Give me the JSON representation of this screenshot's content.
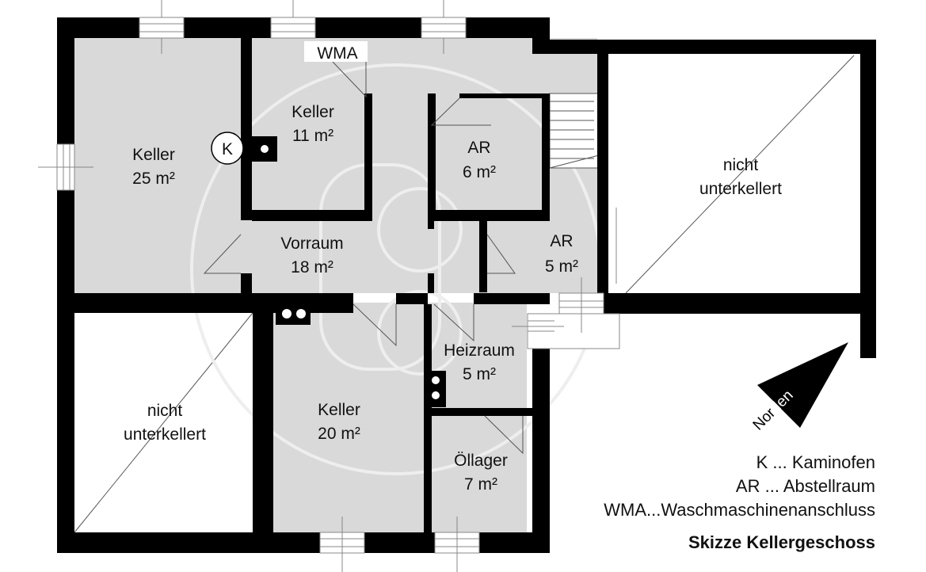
{
  "rooms": {
    "keller_25": {
      "name": "Keller",
      "area": "25 m²"
    },
    "keller_11": {
      "name": "Keller",
      "area": "11 m²"
    },
    "ar_6": {
      "name": "AR",
      "area": "6 m²"
    },
    "vorraum": {
      "name": "Vorraum",
      "area": "18 m²"
    },
    "ar_5": {
      "name": "AR",
      "area": "5 m²"
    },
    "nicht_right": {
      "line1": "nicht",
      "line2": "unterkellert"
    },
    "nicht_left": {
      "line1": "nicht",
      "line2": "unterkellert"
    },
    "keller_20": {
      "name": "Keller",
      "area": "20 m²"
    },
    "heizraum": {
      "name": "Heizraum",
      "area": "5 m²"
    },
    "oellager": {
      "name": "Öllager",
      "area": "7 m²"
    }
  },
  "markers": {
    "kaminofen": "K",
    "wma": "WMA"
  },
  "north": {
    "part1": "Nor",
    "part2": "den"
  },
  "legend": {
    "k": "K ... Kaminofen",
    "ar": "AR ... Abstellraum",
    "wma": "WMA...Waschmaschinenanschluss"
  },
  "title": "Skizze Kellergeschoss",
  "colors": {
    "wall": "#000000",
    "floor": "#d9d9d9",
    "window": "#ffffff",
    "watermark": "#f2f2f2"
  }
}
